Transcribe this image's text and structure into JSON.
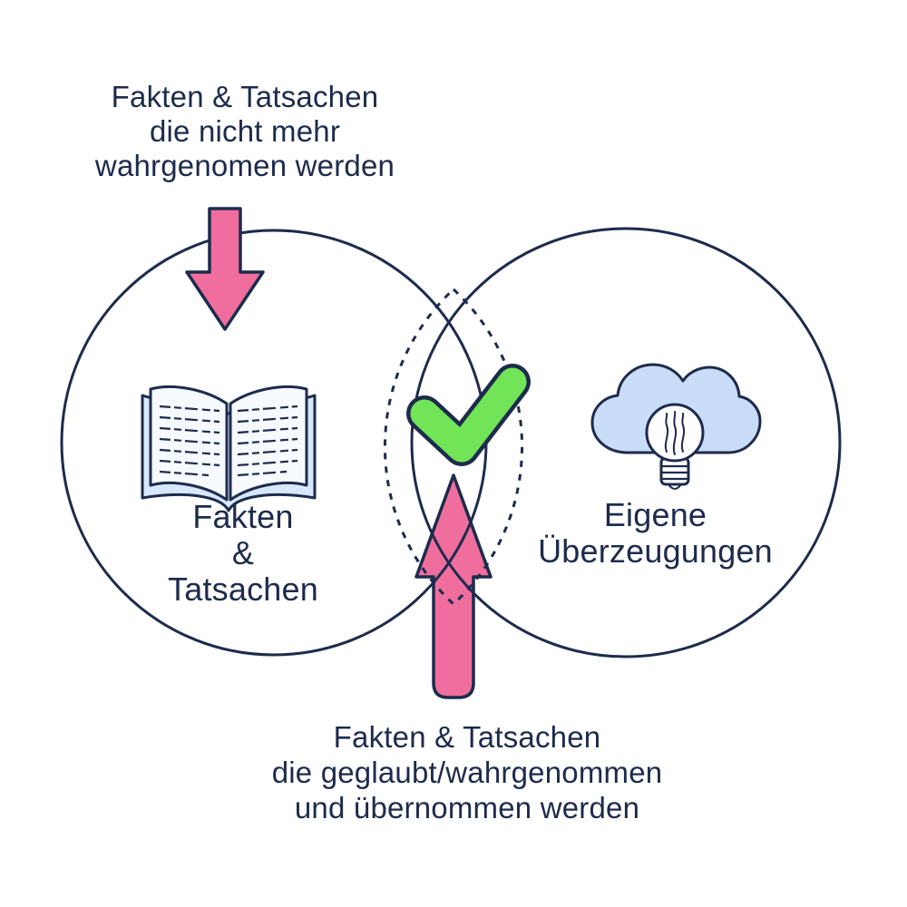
{
  "colors": {
    "navy": "#1d2b4c",
    "pink": "#f06e9d",
    "green": "#71e457",
    "page_blue": "#d8e7fb",
    "page_white": "#f6faff",
    "cloud_blue": "#c9ddf8",
    "bulb_white": "#ffffff",
    "background": "#ffffff"
  },
  "top_annotation": {
    "lines": [
      "Fakten & Tatsachen",
      "die nicht mehr",
      "wahrgenomen werden"
    ]
  },
  "bottom_annotation": {
    "lines": [
      "Fakten & Tatsachen",
      "die geglaubt/wahrgenommen",
      "und übernommen werden"
    ]
  },
  "left_circle": {
    "icon": "open-book",
    "label_lines": [
      "Fakten",
      "&",
      "Tatsachen"
    ]
  },
  "right_circle": {
    "icon": "cloud-lightbulb",
    "label_lines": [
      "Eigene",
      "Überzeugungen"
    ]
  },
  "intersection": {
    "icon": "checkmark",
    "outline_style": "dashed-lens"
  }
}
